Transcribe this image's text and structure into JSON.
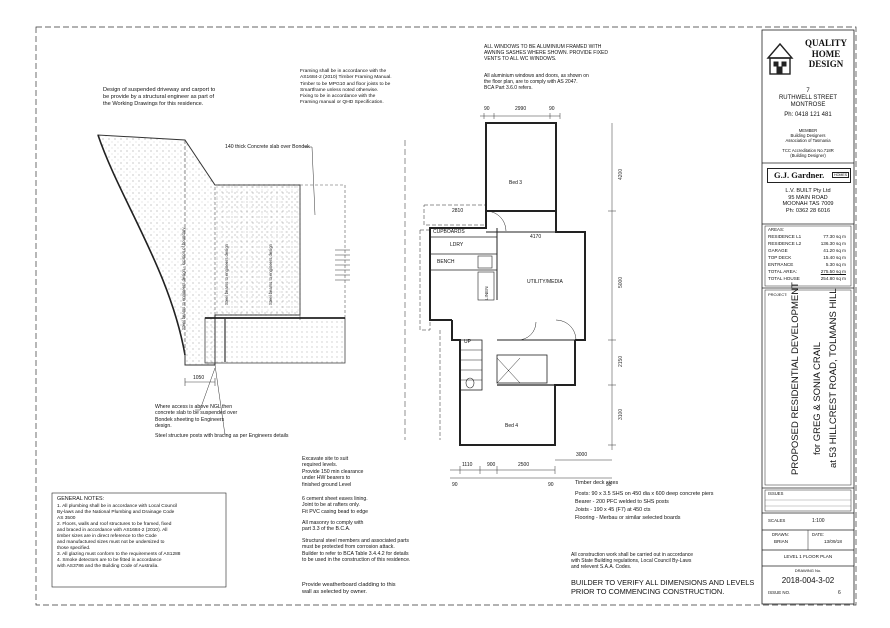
{
  "notes": {
    "design_note": "Design of suspended driveway and carport to\nbe provide by a structural engineer as part of\nthe Working Drawings for this residence.",
    "framing_note": "Framing shall be in accordance with the\nAS1684-2 (2010) Timber Framing Manual.\nTimber to be MPG10 and floor joists to be\nSmartframe unless noted otherwise.\nFixing to be in accordance with the\nFraming manual or QHD Specification.",
    "windows_note_1": "ALL WINDOWS TO BE ALUMINIUM FRAMED WITH\nAWNING SASHES WHERE SHOWN. PROVIDE FIXED\nVENTS TO ALL WC WINDOWS.",
    "windows_note_2": "All aluminium windows and doors, as shown on\nthe floor plan, are to comply with AS 2047.\nBCA Part 3.6.0 refers.",
    "slab_note": "140 thick Concrete slab over Bondek",
    "access_note": "Where access is above NGL then\nconcrete slab to be suspended over\nBondek sheeting to Engineers\ndesign.",
    "posts_note": "Steel structure posts with bracing as per Engineers details",
    "excavate_note": "Excavate site to suit\nrequired levels.\nProvide 150 min clearance\nunder HW bearers to\nfinished ground Level",
    "eaves_note": "6 cement sheet eaves lining.\nJoint to be at rafters only.\nFit PVC casing bead to edge",
    "masonry_note": "All masonry to comply with\npart 3.3 of the B.C.A.",
    "steel_note": "Structural steel members and associated parts\nmust be protected from corrosion attack.\nBuilder to refer to BCA Table 3.4.4.2 for details\nto be used in the construction of this residence.",
    "cladding_note": "Provide weatherboard cladding to this\nwall as selected by owner.",
    "deck_heading": "Timber deck sizes",
    "deck_posts": "Posts: 90 x 3.5 SHS on 450 dia x 600 deep concrete piers",
    "deck_bearer": "Bearer - 200 PFC  welded to SHS posts",
    "deck_joists": "Joists - 190 x 45 (F7) at 450 cts",
    "deck_flooring": "Flooring - Merbau or similar selected boards",
    "council_note": "All construction work shall be carried out in accordance\nwith State Building regulations, Local Council By-Laws\nand relevent S.A.A. Codes.",
    "builder_verify": "BUILDER TO VERIFY ALL DIMENSIONS AND LEVELS\nPRIOR TO COMMENCING CONSTRUCTION.",
    "general_heading": "GENERAL NOTES:",
    "general_body": "1. All plumbing shall be in accordance with Local Council\n    By-laws and the National Plumbing and Drainage Code\n    AS 3500\n2. Floors, walls and roof structures to be framed, fixed\n    and braced in accordance with AS1684-2 (2010). All\n    timber sizes are in direct reference to the Code\n    and manufactured sizes must not be undersized to\n    those specified.\n3. All glazing must conform to the requirements of AS1288\n4. Smoke detectors are to be fitted in accordance\n    with AS3786 and the Building Code of Australia."
  },
  "rooms": {
    "bed3": "Bed 3",
    "cupboards": "CUPBOARDS",
    "ldry": "LDRY",
    "bench": "BENCH",
    "linen": "LINEN",
    "utility": "UTILITY/MEDIA",
    "up": "UP",
    "bed4": "Bed 4"
  },
  "dims": {
    "d90a": "90",
    "d2990": "2990",
    "d90b": "90",
    "d2810": "2810",
    "d4170": "4170",
    "d4200": "4200",
    "d5000": "5000",
    "d2150": "2150",
    "d3100": "3100",
    "d1110": "1110",
    "d900": "900",
    "d2500": "2500",
    "d3000": "3000",
    "d90c": "90",
    "d90d": "90",
    "d90e": "90",
    "d1050": "1050"
  },
  "site_labels": {
    "beams1": "Steel beams to engineers design - location of boundary",
    "beams2": "Steel beams to engineers design",
    "beams3": "Steel beams to engineers design"
  },
  "titleblock": {
    "company": "QUALITY\nHOME\nDESIGN",
    "address": "7\nRUTHWELL STREET\nMONTROSE",
    "phone": "Ph: 0418 121 481",
    "member": "MEMBER\nBuilding Designers\nAssociation of Tasmania",
    "accred": "TCC Accreditation No.718R\n(Building Designer)",
    "builder_logo": "G.J. Gardner.",
    "builder_logo_tag": "HOMES",
    "builder_details": "L.V. BUILT Pty Ltd\n95 MAIN ROAD\nMOONAH  TAS  7009\nPh:  0362 28 6016",
    "areas_heading": "AREAS:",
    "areas": [
      {
        "name": "RESIDENCE L1",
        "value": "77.30 sq m"
      },
      {
        "name": "RESIDENCE L2",
        "value": "136.30 sq m"
      },
      {
        "name": "GARAGE",
        "value": "41.20 sq m"
      },
      {
        "name": "TOP DECK",
        "value": "15.40 sq m"
      },
      {
        "name": "ENTRANCE",
        "value": "5.30 sq m"
      },
      {
        "name": "TOTAL AREA:",
        "value": "275.50 sq m"
      },
      {
        "name": "TOTAL HOUSE",
        "value": "254.80 sq m"
      }
    ],
    "project_label": "PROJECT:",
    "project_line1": "PROPOSED RESIDENTIAL DEVELOPMENT",
    "project_line2": "for GREG & SONIA CRAIL",
    "project_line3": "at 53 HILLCREST ROAD, TOLMANS HILL",
    "issues_label": "ISSUES",
    "scales_label": "SCALES",
    "scales_value": "1:100",
    "drawn_label": "DRAWN:",
    "drawn_value": "BRIAN",
    "date_label": "DATE:",
    "date_value": "13/09/18",
    "sheet_title": "LEVEL 1 FLOOR PLAN",
    "drawing_no_label": "DRAWING No.",
    "drawing_no": "2018-004-3-02",
    "issue_no_label": "ISSUE  NO.",
    "issue_no": "6"
  }
}
